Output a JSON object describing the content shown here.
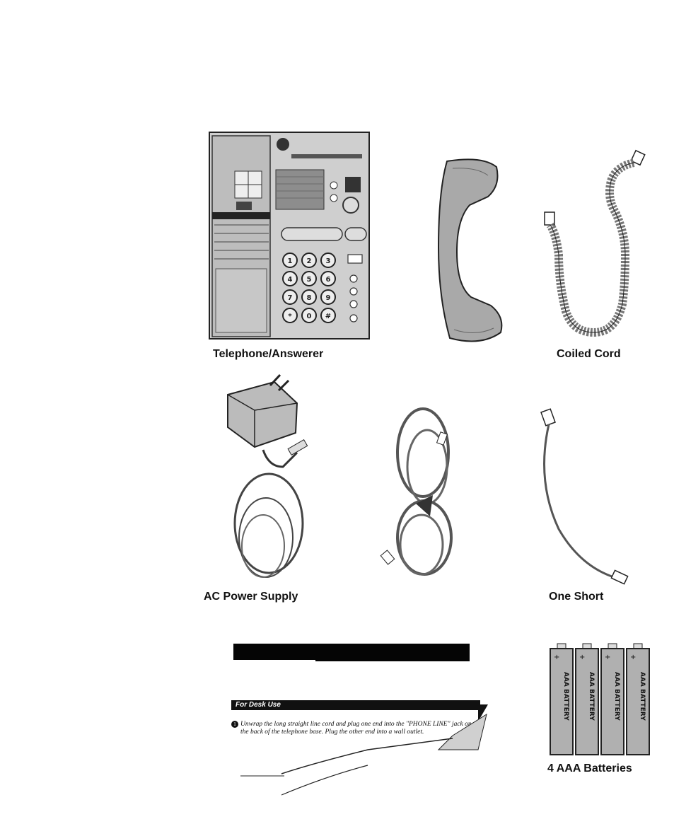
{
  "captions": {
    "telephone_answerer": "Telephone/Answerer",
    "coiled_cord": "Coiled Cord",
    "ac_power_supply": "AC Power Supply",
    "one_short": "One Short",
    "batteries": "4 AAA Batteries"
  },
  "battery_label": "AAA BATTERY",
  "inset": {
    "heading": "For Desk Use",
    "step_number": "1",
    "step_text": "Unwrap the long straight line cord and plug one end into the \"PHONE LINE\" jack on the back of the telephone base. Plug the other end into a wall outlet."
  },
  "phone_keys": [
    "1",
    "2",
    "3",
    "4",
    "5",
    "6",
    "7",
    "8",
    "9",
    "*",
    "0",
    "#"
  ],
  "colors": {
    "ink": "#111111",
    "paper": "#ffffff",
    "gray": "#9a9a9a"
  }
}
